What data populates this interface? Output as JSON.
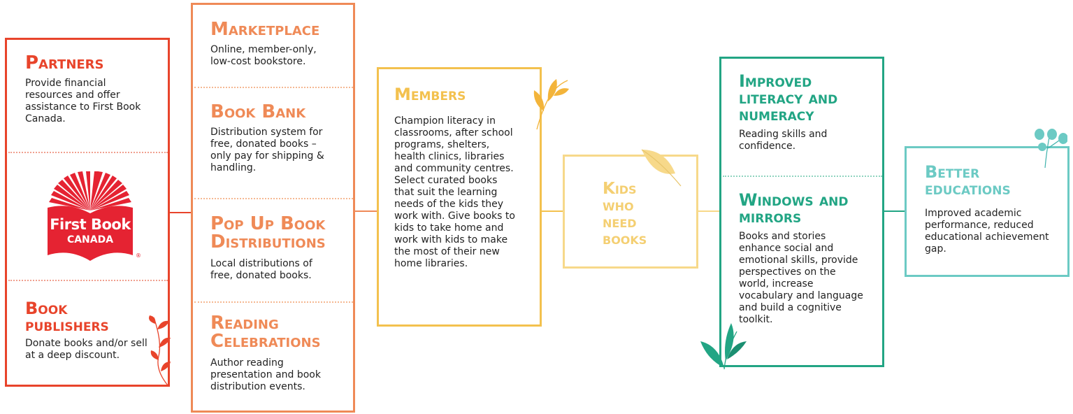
{
  "colors": {
    "red": "#e8442b",
    "orange": "#ef8a57",
    "yellow": "#f3c14e",
    "pale_yellow": "#f7d98a",
    "green": "#22a584",
    "teal": "#6ccac4",
    "logo_red": "#e52332"
  },
  "partners": {
    "title": "Partners",
    "text": "Provide financial resources and offer assistance to First Book Canada."
  },
  "logo": {
    "line1": "First Book",
    "line2": "CANADA",
    "registered": "®"
  },
  "publishers": {
    "title": "Book publishers",
    "text": "Donate books and/or sell at a deep discount."
  },
  "programs": [
    {
      "title": "Marketplace",
      "text": "Online, member-only, low-cost bookstore."
    },
    {
      "title": "Book Bank",
      "text": "Distribution system for free, donated books – only pay for shipping & handling."
    },
    {
      "title": "Pop Up Book Distributions",
      "text": "Local distributions of free, donated books."
    },
    {
      "title": "Reading Celebrations",
      "text": "Author reading presentation and book distribution events."
    }
  ],
  "members": {
    "title": "Members",
    "text": "Champion literacy in classrooms, after school programs, shelters, health clinics, libraries and community centres. Select curated books that suit the learning needs of the kids they work with. Give books to kids to take home and work with kids to make the most of their new home libraries."
  },
  "kids": {
    "title": "Kids who need books"
  },
  "outcomes": [
    {
      "title": "Improved literacy and numeracy",
      "text": "Reading skills and confidence."
    },
    {
      "title": "Windows and mirrors",
      "text": "Books and stories enhance social and emotional skills, provide perspectives on the world, increase vocabulary and language and build a cognitive toolkit."
    }
  ],
  "better": {
    "title": "Better educations",
    "text": "Improved academic performance, reduced educational achievement gap."
  },
  "icons": [
    "red-leaf-sprig-icon",
    "yellow-leaf-sprig-icon",
    "pale-leaf-icon",
    "green-leaf-sprig-icon",
    "teal-leaf-sprig-icon",
    "open-book-logo-icon"
  ]
}
